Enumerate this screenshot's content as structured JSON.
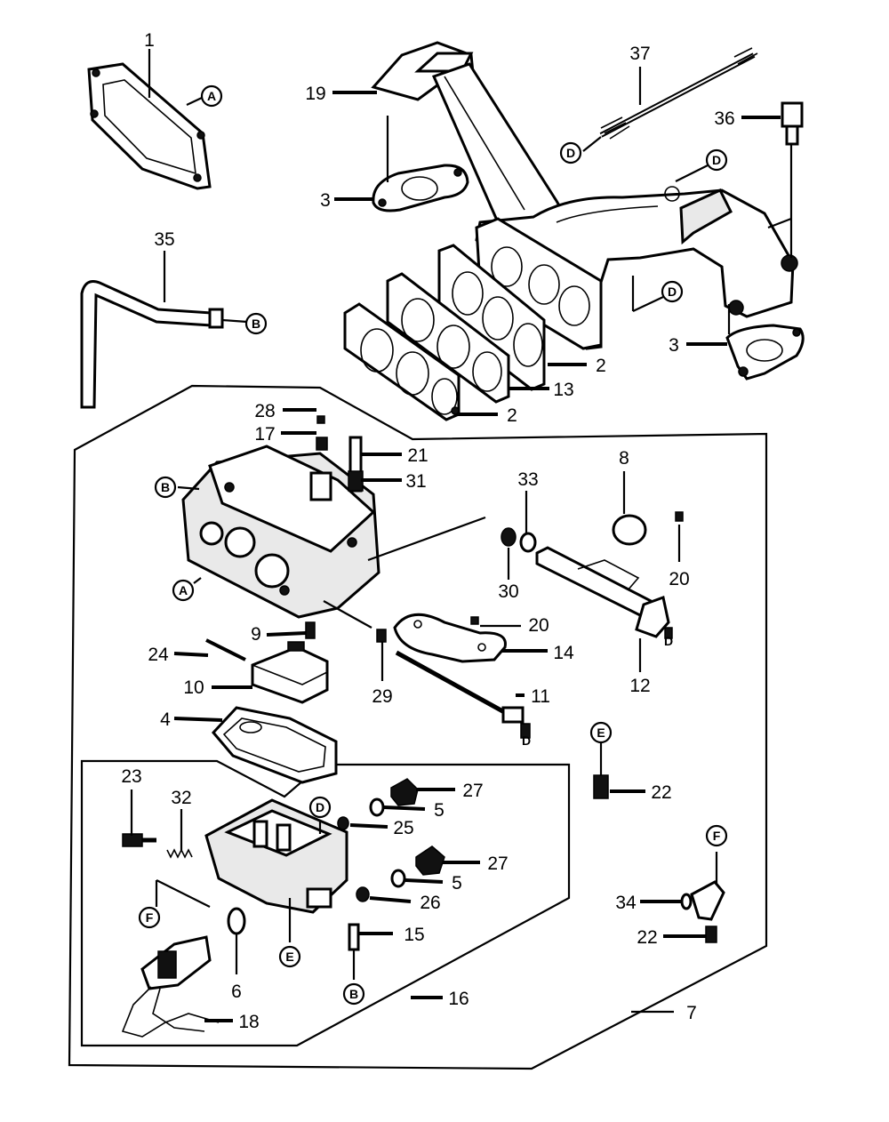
{
  "callouts": [
    {
      "id": "1",
      "text": "1"
    },
    {
      "id": "19",
      "text": "19"
    },
    {
      "id": "37",
      "text": "37"
    },
    {
      "id": "36",
      "text": "36"
    },
    {
      "id": "3a",
      "text": "3"
    },
    {
      "id": "35",
      "text": "35"
    },
    {
      "id": "3b",
      "text": "3"
    },
    {
      "id": "2a",
      "text": "2"
    },
    {
      "id": "13",
      "text": "13"
    },
    {
      "id": "2b",
      "text": "2"
    },
    {
      "id": "28",
      "text": "28"
    },
    {
      "id": "17",
      "text": "17"
    },
    {
      "id": "21",
      "text": "21"
    },
    {
      "id": "31",
      "text": "31"
    },
    {
      "id": "8",
      "text": "8"
    },
    {
      "id": "33",
      "text": "33"
    },
    {
      "id": "20a",
      "text": "20"
    },
    {
      "id": "30",
      "text": "30"
    },
    {
      "id": "20b",
      "text": "20"
    },
    {
      "id": "9",
      "text": "9"
    },
    {
      "id": "24",
      "text": "24"
    },
    {
      "id": "14",
      "text": "14"
    },
    {
      "id": "12",
      "text": "12"
    },
    {
      "id": "10",
      "text": "10"
    },
    {
      "id": "11",
      "text": "11"
    },
    {
      "id": "29",
      "text": "29"
    },
    {
      "id": "4",
      "text": "4"
    },
    {
      "id": "27a",
      "text": "27"
    },
    {
      "id": "23",
      "text": "23"
    },
    {
      "id": "32",
      "text": "32"
    },
    {
      "id": "5a",
      "text": "5"
    },
    {
      "id": "25",
      "text": "25"
    },
    {
      "id": "22a",
      "text": "22"
    },
    {
      "id": "27b",
      "text": "27"
    },
    {
      "id": "5b",
      "text": "5"
    },
    {
      "id": "26",
      "text": "26"
    },
    {
      "id": "34",
      "text": "34"
    },
    {
      "id": "22b",
      "text": "22"
    },
    {
      "id": "15",
      "text": "15"
    },
    {
      "id": "6",
      "text": "6"
    },
    {
      "id": "16",
      "text": "16"
    },
    {
      "id": "7",
      "text": "7"
    },
    {
      "id": "18",
      "text": "18"
    }
  ],
  "refs": [
    {
      "id": "A1",
      "text": "A"
    },
    {
      "id": "D1",
      "text": "D"
    },
    {
      "id": "D2",
      "text": "D"
    },
    {
      "id": "D3",
      "text": "D"
    },
    {
      "id": "B1",
      "text": "B"
    },
    {
      "id": "B2",
      "text": "B"
    },
    {
      "id": "A2",
      "text": "A"
    },
    {
      "id": "E1",
      "text": "E"
    },
    {
      "id": "F1",
      "text": "F"
    },
    {
      "id": "D4",
      "text": "D"
    },
    {
      "id": "F2",
      "text": "F"
    },
    {
      "id": "E2",
      "text": "E"
    },
    {
      "id": "B3",
      "text": "B"
    },
    {
      "id": "D5",
      "text": "D"
    },
    {
      "id": "D6",
      "text": "D"
    }
  ]
}
